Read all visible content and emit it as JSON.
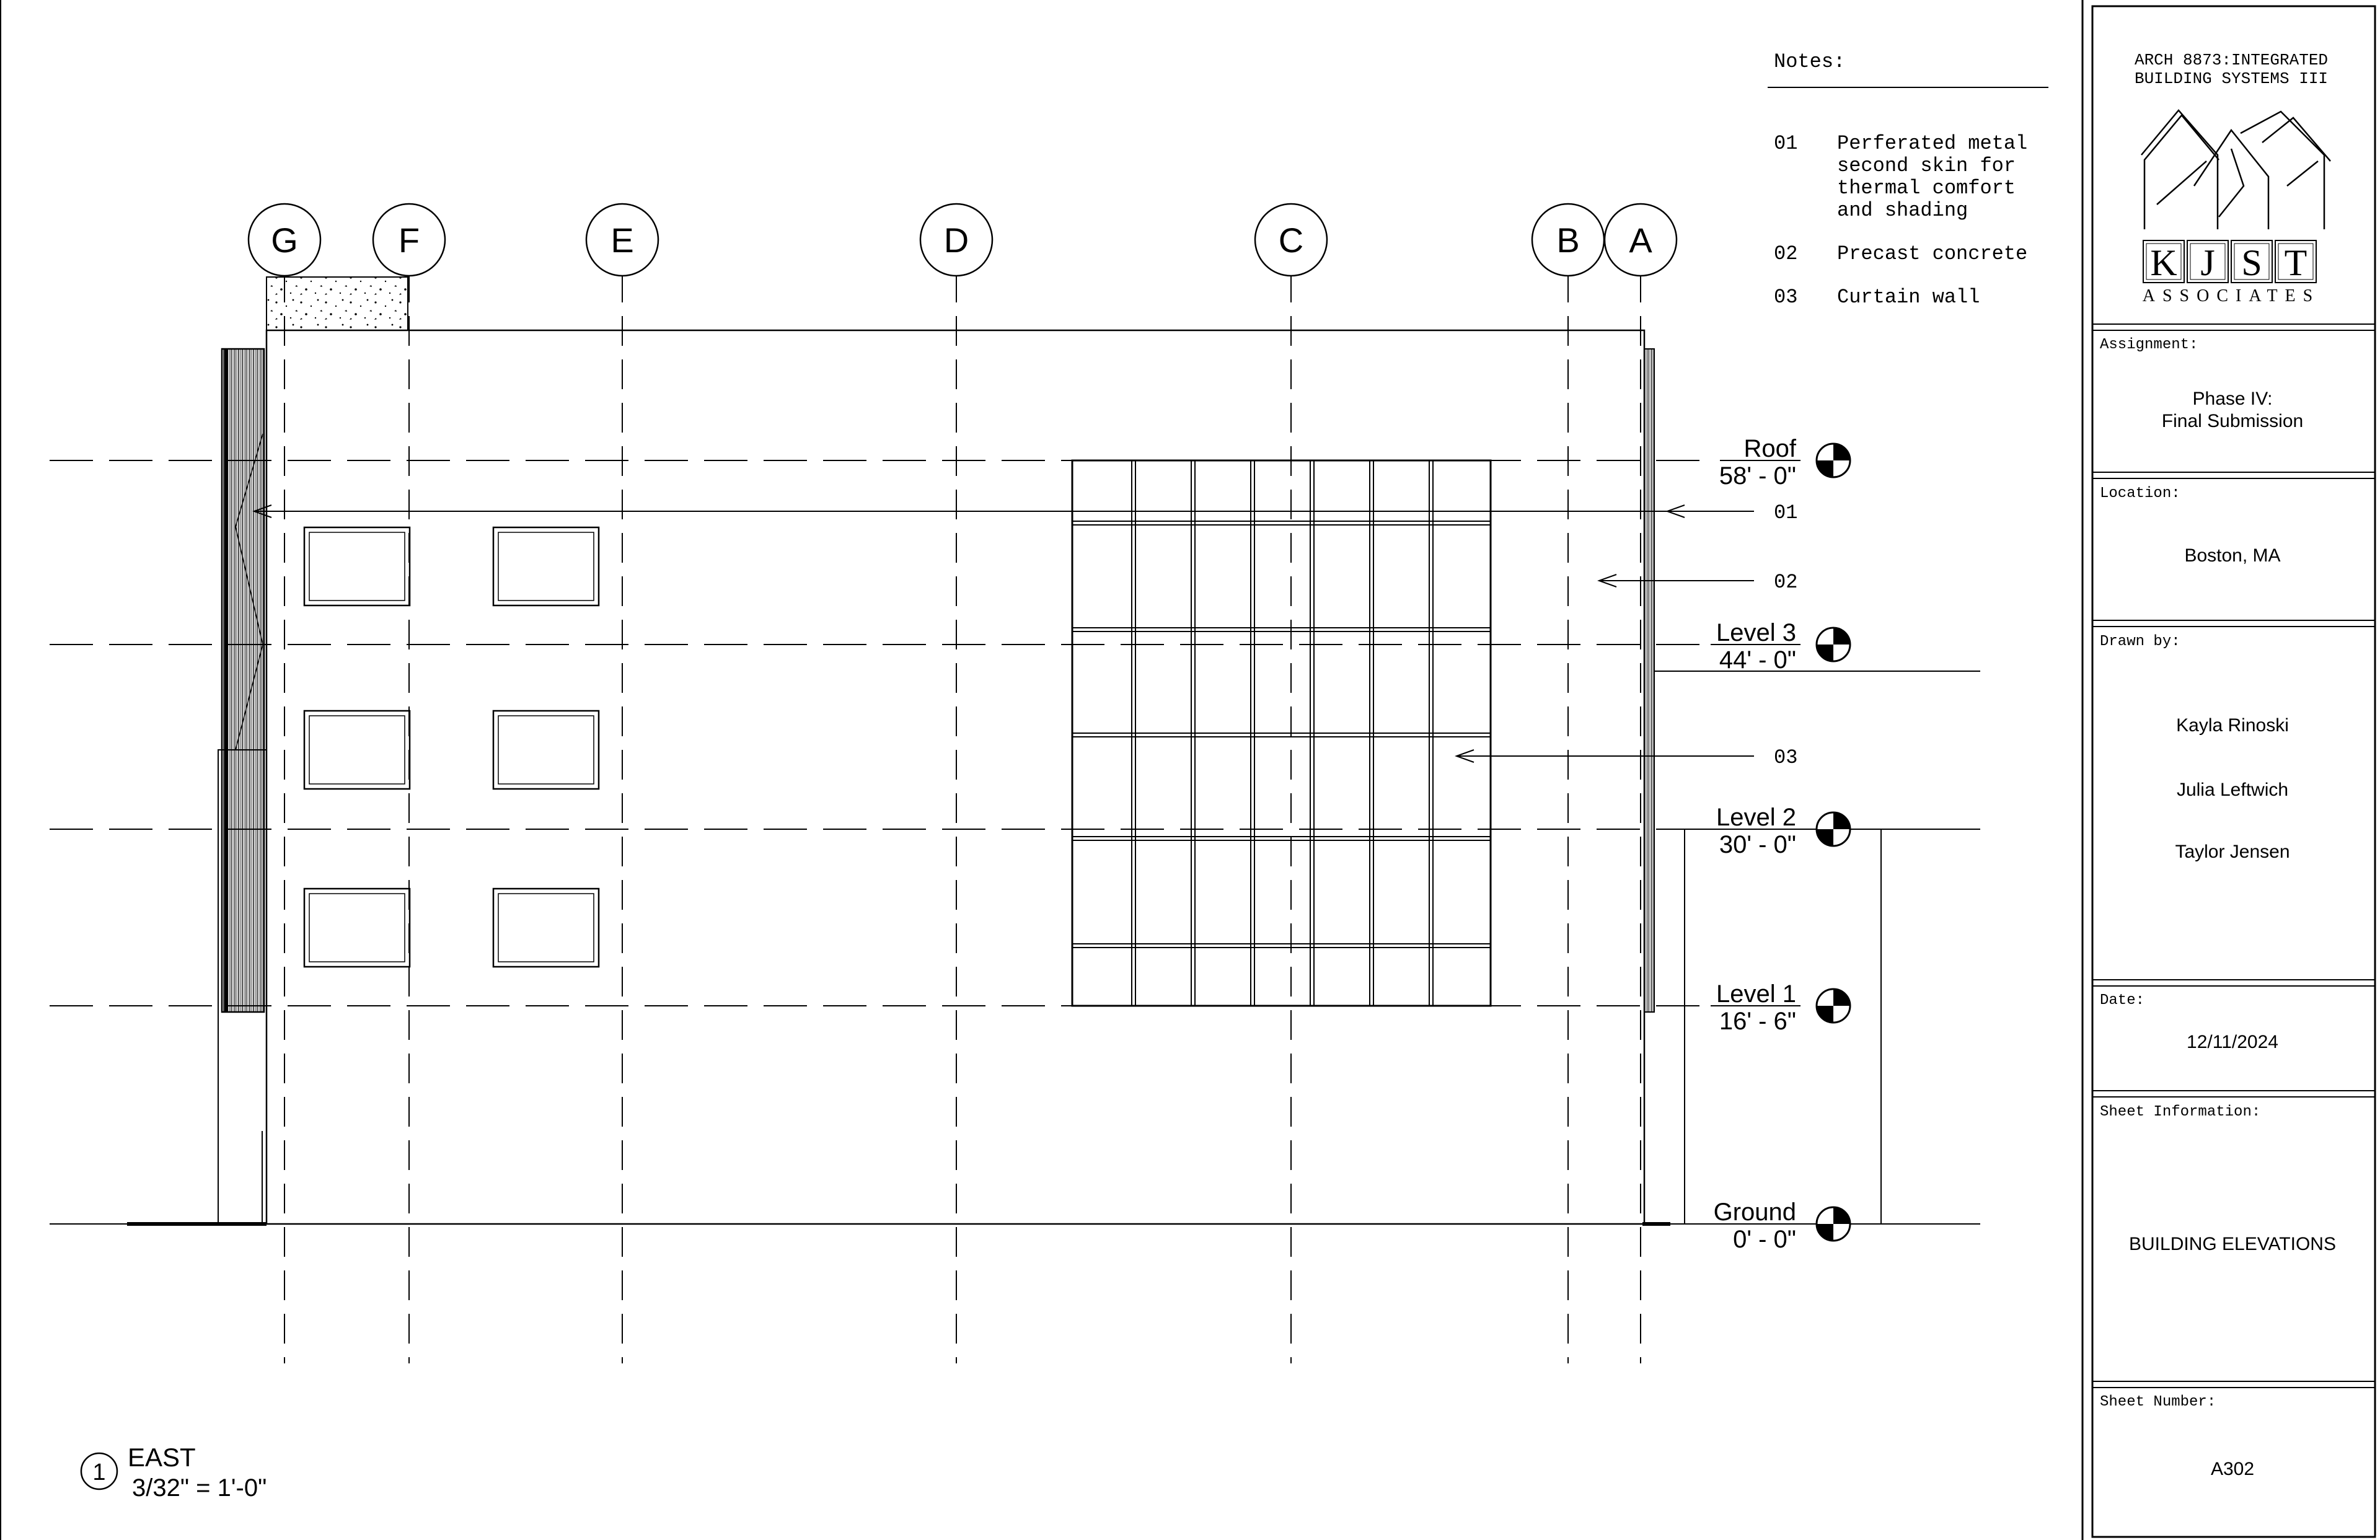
{
  "grid_labels": [
    "G",
    "F",
    "E",
    "D",
    "C",
    "B",
    "A"
  ],
  "levels": [
    {
      "name": "Roof",
      "elevation": "58' - 0\""
    },
    {
      "name": "Level 3",
      "elevation": "44' - 0\""
    },
    {
      "name": "Level 2",
      "elevation": "30' - 0\""
    },
    {
      "name": "Level 1",
      "elevation": "16' - 6\""
    },
    {
      "name": "Ground",
      "elevation": "0' - 0\""
    }
  ],
  "notes": {
    "title": "Notes:",
    "items": [
      {
        "num": "01",
        "lines": [
          "Perferated metal",
          "second skin for",
          "thermal comfort",
          "and shading"
        ]
      },
      {
        "num": "02",
        "lines": [
          "Precast concrete"
        ]
      },
      {
        "num": "03",
        "lines": [
          "Curtain wall"
        ]
      }
    ]
  },
  "callouts": [
    "01",
    "02",
    "03"
  ],
  "view_title": {
    "number": "1",
    "name": "EAST",
    "scale": "3/32\" = 1'-0\""
  },
  "title_block": {
    "course": [
      "ARCH 8873:INTEGRATED",
      "BUILDING SYSTEMS III"
    ],
    "logo_letters": [
      "K",
      "J",
      "S",
      "T"
    ],
    "logo_sub": "ASSOCIATES",
    "assignment_label": "Assignment:",
    "assignment": [
      "Phase IV:",
      "Final Submission"
    ],
    "location_label": "Location:",
    "location": "Boston, MA",
    "drawn_by_label": "Drawn by:",
    "drawn_by": [
      "Kayla Rinoski",
      "Julia Leftwich",
      "Taylor Jensen"
    ],
    "date_label": "Date:",
    "date": "12/11/2024",
    "sheet_info_label": "Sheet Information:",
    "sheet_info": "BUILDING ELEVATIONS",
    "sheet_number_label": "Sheet Number:",
    "sheet_number": "A302"
  }
}
